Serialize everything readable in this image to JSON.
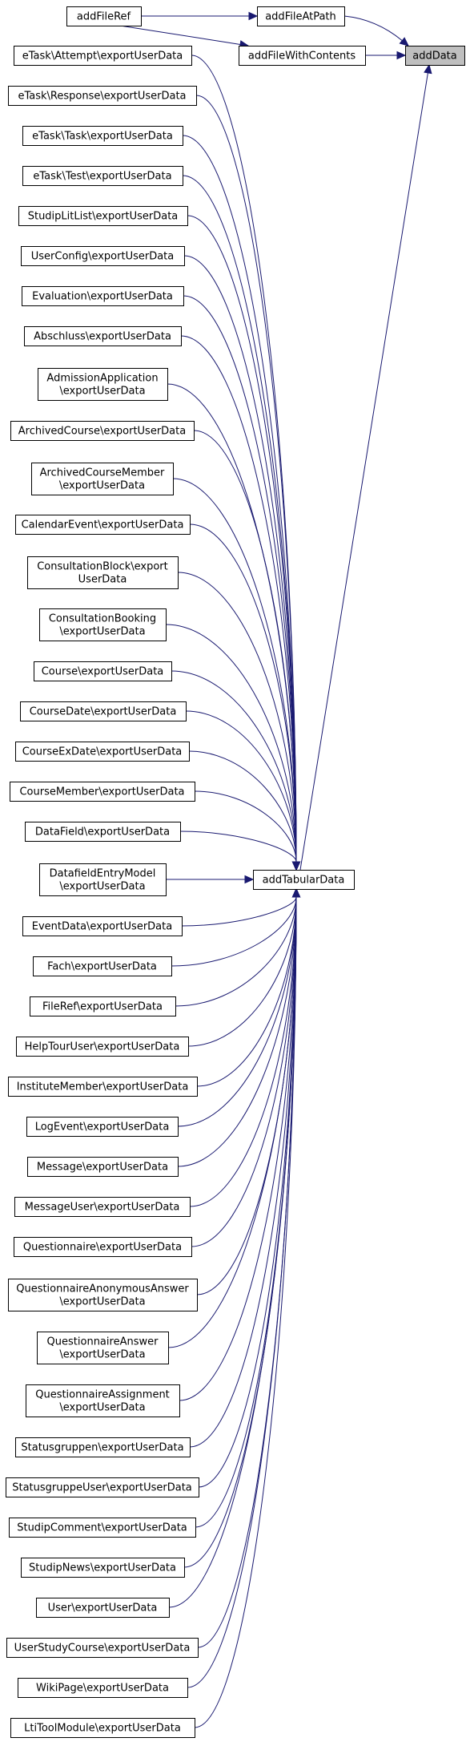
{
  "graph": {
    "root": "addData",
    "nodes": [
      {
        "id": "addFileRef",
        "lines": [
          "addFileRef"
        ]
      },
      {
        "id": "addFileAtPath",
        "lines": [
          "addFileAtPath"
        ]
      },
      {
        "id": "addFileWithContents",
        "lines": [
          "addFileWithContents"
        ]
      },
      {
        "id": "addData",
        "lines": [
          "addData"
        ]
      },
      {
        "id": "addTabularData",
        "lines": [
          "addTabularData"
        ]
      },
      {
        "id": "etask-attempt",
        "lines": [
          "eTask\\Attempt\\exportUserData"
        ]
      },
      {
        "id": "etask-response",
        "lines": [
          "eTask\\Response\\exportUserData"
        ]
      },
      {
        "id": "etask-task",
        "lines": [
          "eTask\\Task\\exportUserData"
        ]
      },
      {
        "id": "etask-test",
        "lines": [
          "eTask\\Test\\exportUserData"
        ]
      },
      {
        "id": "studiplitlist",
        "lines": [
          "StudipLitList\\exportUserData"
        ]
      },
      {
        "id": "userconfig",
        "lines": [
          "UserConfig\\exportUserData"
        ]
      },
      {
        "id": "evaluation",
        "lines": [
          "Evaluation\\exportUserData"
        ]
      },
      {
        "id": "abschluss",
        "lines": [
          "Abschluss\\exportUserData"
        ]
      },
      {
        "id": "admissionapplication",
        "lines": [
          "AdmissionApplication",
          "\\exportUserData"
        ]
      },
      {
        "id": "archivedcourse",
        "lines": [
          "ArchivedCourse\\exportUserData"
        ]
      },
      {
        "id": "archivedcoursemember",
        "lines": [
          "ArchivedCourseMember",
          "\\exportUserData"
        ]
      },
      {
        "id": "calendarevent",
        "lines": [
          "CalendarEvent\\exportUserData"
        ]
      },
      {
        "id": "consultationblock",
        "lines": [
          "ConsultationBlock\\export",
          "UserData"
        ]
      },
      {
        "id": "consultationbooking",
        "lines": [
          "ConsultationBooking",
          "\\exportUserData"
        ]
      },
      {
        "id": "course",
        "lines": [
          "Course\\exportUserData"
        ]
      },
      {
        "id": "coursedate",
        "lines": [
          "CourseDate\\exportUserData"
        ]
      },
      {
        "id": "courseexdate",
        "lines": [
          "CourseExDate\\exportUserData"
        ]
      },
      {
        "id": "coursemember",
        "lines": [
          "CourseMember\\exportUserData"
        ]
      },
      {
        "id": "datafield",
        "lines": [
          "DataField\\exportUserData"
        ]
      },
      {
        "id": "datafieldentrymodel",
        "lines": [
          "DatafieldEntryModel",
          "\\exportUserData"
        ]
      },
      {
        "id": "eventdata",
        "lines": [
          "EventData\\exportUserData"
        ]
      },
      {
        "id": "fach",
        "lines": [
          "Fach\\exportUserData"
        ]
      },
      {
        "id": "fileref",
        "lines": [
          "FileRef\\exportUserData"
        ]
      },
      {
        "id": "helptouruser",
        "lines": [
          "HelpTourUser\\exportUserData"
        ]
      },
      {
        "id": "institutemember",
        "lines": [
          "InstituteMember\\exportUserData"
        ]
      },
      {
        "id": "logevent",
        "lines": [
          "LogEvent\\exportUserData"
        ]
      },
      {
        "id": "message",
        "lines": [
          "Message\\exportUserData"
        ]
      },
      {
        "id": "messageuser",
        "lines": [
          "MessageUser\\exportUserData"
        ]
      },
      {
        "id": "questionnaire",
        "lines": [
          "Questionnaire\\exportUserData"
        ]
      },
      {
        "id": "questionnaireanonymousanswer",
        "lines": [
          "QuestionnaireAnonymousAnswer",
          "\\exportUserData"
        ]
      },
      {
        "id": "questionnaireanswer",
        "lines": [
          "QuestionnaireAnswer",
          "\\exportUserData"
        ]
      },
      {
        "id": "questionnaireassignment",
        "lines": [
          "QuestionnaireAssignment",
          "\\exportUserData"
        ]
      },
      {
        "id": "statusgruppen",
        "lines": [
          "Statusgruppen\\exportUserData"
        ]
      },
      {
        "id": "statusgruppeuser",
        "lines": [
          "StatusgruppeUser\\exportUserData"
        ]
      },
      {
        "id": "studipcomment",
        "lines": [
          "StudipComment\\exportUserData"
        ]
      },
      {
        "id": "studipnews",
        "lines": [
          "StudipNews\\exportUserData"
        ]
      },
      {
        "id": "user",
        "lines": [
          "User\\exportUserData"
        ]
      },
      {
        "id": "userstudycourse",
        "lines": [
          "UserStudyCourse\\exportUserData"
        ]
      },
      {
        "id": "wikipage",
        "lines": [
          "WikiPage\\exportUserData"
        ]
      },
      {
        "id": "ltitoolmodule",
        "lines": [
          "LtiToolModule\\exportUserData"
        ]
      }
    ],
    "edges": [
      {
        "from": "addFileRef",
        "to": "addFileAtPath"
      },
      {
        "from": "addFileRef",
        "to": "addFileWithContents"
      },
      {
        "from": "addFileAtPath",
        "to": "addData"
      },
      {
        "from": "addFileWithContents",
        "to": "addData"
      },
      {
        "from": "addTabularData",
        "to": "addData"
      },
      {
        "from": "etask-attempt",
        "to": "addTabularData"
      },
      {
        "from": "etask-response",
        "to": "addTabularData"
      },
      {
        "from": "etask-task",
        "to": "addTabularData"
      },
      {
        "from": "etask-test",
        "to": "addTabularData"
      },
      {
        "from": "studiplitlist",
        "to": "addTabularData"
      },
      {
        "from": "userconfig",
        "to": "addTabularData"
      },
      {
        "from": "evaluation",
        "to": "addTabularData"
      },
      {
        "from": "abschluss",
        "to": "addTabularData"
      },
      {
        "from": "admissionapplication",
        "to": "addTabularData"
      },
      {
        "from": "archivedcourse",
        "to": "addTabularData"
      },
      {
        "from": "archivedcoursemember",
        "to": "addTabularData"
      },
      {
        "from": "calendarevent",
        "to": "addTabularData"
      },
      {
        "from": "consultationblock",
        "to": "addTabularData"
      },
      {
        "from": "consultationbooking",
        "to": "addTabularData"
      },
      {
        "from": "course",
        "to": "addTabularData"
      },
      {
        "from": "coursedate",
        "to": "addTabularData"
      },
      {
        "from": "courseexdate",
        "to": "addTabularData"
      },
      {
        "from": "coursemember",
        "to": "addTabularData"
      },
      {
        "from": "datafield",
        "to": "addTabularData"
      },
      {
        "from": "datafieldentrymodel",
        "to": "addTabularData"
      },
      {
        "from": "eventdata",
        "to": "addTabularData"
      },
      {
        "from": "fach",
        "to": "addTabularData"
      },
      {
        "from": "fileref",
        "to": "addTabularData"
      },
      {
        "from": "helptouruser",
        "to": "addTabularData"
      },
      {
        "from": "institutemember",
        "to": "addTabularData"
      },
      {
        "from": "logevent",
        "to": "addTabularData"
      },
      {
        "from": "message",
        "to": "addTabularData"
      },
      {
        "from": "messageuser",
        "to": "addTabularData"
      },
      {
        "from": "questionnaire",
        "to": "addTabularData"
      },
      {
        "from": "questionnaireanonymousanswer",
        "to": "addTabularData"
      },
      {
        "from": "questionnaireanswer",
        "to": "addTabularData"
      },
      {
        "from": "questionnaireassignment",
        "to": "addTabularData"
      },
      {
        "from": "statusgruppen",
        "to": "addTabularData"
      },
      {
        "from": "statusgruppeuser",
        "to": "addTabularData"
      },
      {
        "from": "studipcomment",
        "to": "addTabularData"
      },
      {
        "from": "studipnews",
        "to": "addTabularData"
      },
      {
        "from": "user",
        "to": "addTabularData"
      },
      {
        "from": "userstudycourse",
        "to": "addTabularData"
      },
      {
        "from": "wikipage",
        "to": "addTabularData"
      },
      {
        "from": "ltitoolmodule",
        "to": "addTabularData"
      }
    ]
  },
  "colors": {
    "edge": "#191970",
    "node_border": "#000000",
    "node_fill": "#ffffff",
    "root_fill": "#bfbfbf"
  }
}
